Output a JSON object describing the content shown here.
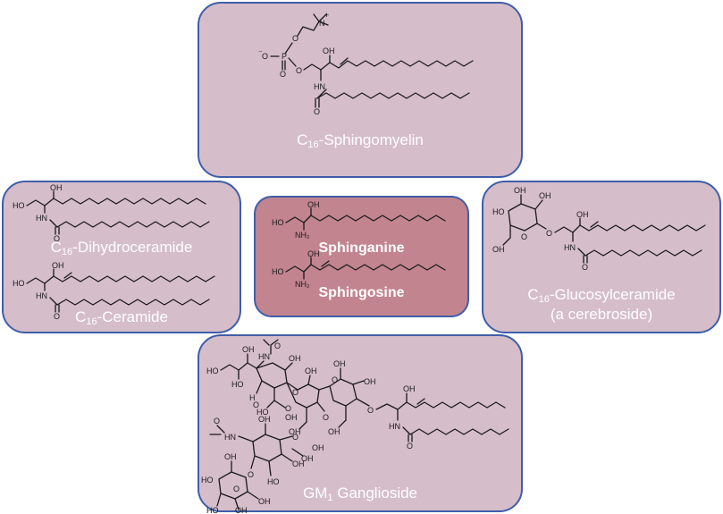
{
  "panels": {
    "top": {
      "label_prefix": "C",
      "label_sub": "16",
      "label_suffix": "-Sphingomyelin",
      "atoms": {
        "o1": "O",
        "o2": "O",
        "o3": "O",
        "o4": "O",
        "p": "P",
        "n": "N",
        "plus": "+",
        "minus": "⁻",
        "oh": "OH",
        "hn": "HN",
        "o5": "O"
      }
    },
    "left": {
      "label1_prefix": "C",
      "label1_sub": "16",
      "label1_suffix": "-Dihydroceramide",
      "label2_prefix": "C",
      "label2_sub": "16",
      "label2_suffix": "-Ceramide",
      "atoms": {
        "ho1": "HO",
        "oh1": "OH",
        "hn1": "HN",
        "o1": "O",
        "ho2": "HO",
        "oh2": "OH",
        "hn2": "HN",
        "o2": "O"
      }
    },
    "center": {
      "label1": "Sphinganine",
      "label2": "Sphingosine",
      "atoms": {
        "ho1": "HO",
        "oh1": "OH",
        "nh1": "NH₂",
        "ho2": "HO",
        "oh2": "OH",
        "nh2": "NH₂"
      }
    },
    "right": {
      "label1_prefix": "C",
      "label1_sub": "16",
      "label1_suffix": "-Glucosylceramide",
      "label2": "(a cerebroside)",
      "atoms": {
        "ho1": "HO",
        "oh1": "OH",
        "oh2": "OH",
        "oh3": "OH",
        "o_ring": "O",
        "o_link": "O",
        "oh4": "OH",
        "hn": "HN",
        "o": "O"
      }
    },
    "bottom": {
      "label_prefix": "GM",
      "label_sub": "1",
      "label_suffix": " Ganglioside",
      "atoms": {
        "ho1": "HO",
        "oh1": "OH",
        "hn1": "HN",
        "o1": "O",
        "oh2": "OH",
        "ho2": "HO",
        "h": "H",
        "o2": "O",
        "ho3": "HO",
        "oh3": "OH",
        "o3": "O",
        "oh4": "OH",
        "o4": "O",
        "oh5": "OH",
        "o5": "O",
        "oh6": "OH",
        "oh7": "OH",
        "oh8": "OH",
        "ho4": "HO",
        "oh9": "OH",
        "o6": "O",
        "oh10": "OH",
        "o7": "O",
        "o8": "O",
        "oh11": "OH",
        "hn2": "HN",
        "o9": "O",
        "hn3": "HN",
        "o10": "O",
        "ho5": "HO",
        "oh12": "OH",
        "o11": "O",
        "oh13": "OH",
        "ho6": "HO",
        "oh14": "OH",
        "o12": "O",
        "oh15": "OH",
        "oh16": "OH"
      }
    }
  },
  "colors": {
    "panel_fill": "#d6bdca",
    "center_fill": "#c2848f",
    "border": "#3f5ea8",
    "label_text": "#ffffff"
  }
}
